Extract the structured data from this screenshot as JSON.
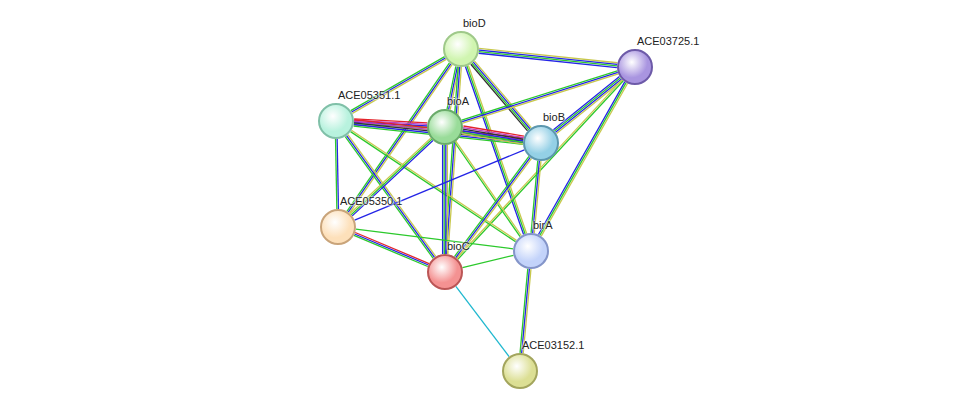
{
  "diagram": {
    "nodes": [
      {
        "text": [
          "bioD"
        ]
      },
      {
        "text": [
          "ACE03725.1"
        ]
      },
      {
        "text": [
          "ACE05351.1"
        ]
      },
      {
        "text": [
          "bioA"
        ]
      },
      {
        "text": [
          "bioB"
        ]
      },
      {
        "text": [
          "ACE05350.1"
        ]
      },
      {
        "text": [
          "birA"
        ]
      },
      {
        "text": [
          "bioC"
        ]
      },
      {
        "text": [
          "ACE03152.1"
        ]
      }
    ],
    "edges": [
      {
        "from": 0,
        "to": 1,
        "arrow": "none"
      },
      {
        "from": 0,
        "to": 2,
        "arrow": "none"
      },
      {
        "from": 0,
        "to": 3,
        "arrow": "none"
      },
      {
        "from": 0,
        "to": 4,
        "arrow": "none"
      },
      {
        "from": 0,
        "to": 5,
        "arrow": "none"
      },
      {
        "from": 0,
        "to": 7,
        "arrow": "none"
      },
      {
        "from": 0,
        "to": 6,
        "arrow": "none"
      },
      {
        "from": 1,
        "to": 3,
        "arrow": "none"
      },
      {
        "from": 1,
        "to": 4,
        "arrow": "none"
      },
      {
        "from": 1,
        "to": 6,
        "arrow": "none"
      },
      {
        "from": 1,
        "to": 7,
        "arrow": "none"
      },
      {
        "from": 2,
        "to": 3,
        "arrow": "none"
      },
      {
        "from": 2,
        "to": 4,
        "arrow": "none"
      },
      {
        "from": 2,
        "to": 5,
        "arrow": "none"
      },
      {
        "from": 2,
        "to": 7,
        "arrow": "none"
      },
      {
        "from": 2,
        "to": 6,
        "arrow": "none"
      },
      {
        "from": 3,
        "to": 4,
        "arrow": "none"
      },
      {
        "from": 3,
        "to": 5,
        "arrow": "none"
      },
      {
        "from": 3,
        "to": 7,
        "arrow": "none"
      },
      {
        "from": 3,
        "to": 6,
        "arrow": "none"
      },
      {
        "from": 4,
        "to": 5,
        "arrow": "none"
      },
      {
        "from": 4,
        "to": 6,
        "arrow": "none"
      },
      {
        "from": 4,
        "to": 7,
        "arrow": "none"
      },
      {
        "from": 5,
        "to": 7,
        "arrow": "none"
      },
      {
        "from": 5,
        "to": 6,
        "arrow": "none"
      },
      {
        "from": 7,
        "to": 6,
        "arrow": "none"
      },
      {
        "from": 7,
        "to": 8,
        "arrow": "none"
      },
      {
        "from": 6,
        "to": 8,
        "arrow": "none"
      }
    ]
  }
}
